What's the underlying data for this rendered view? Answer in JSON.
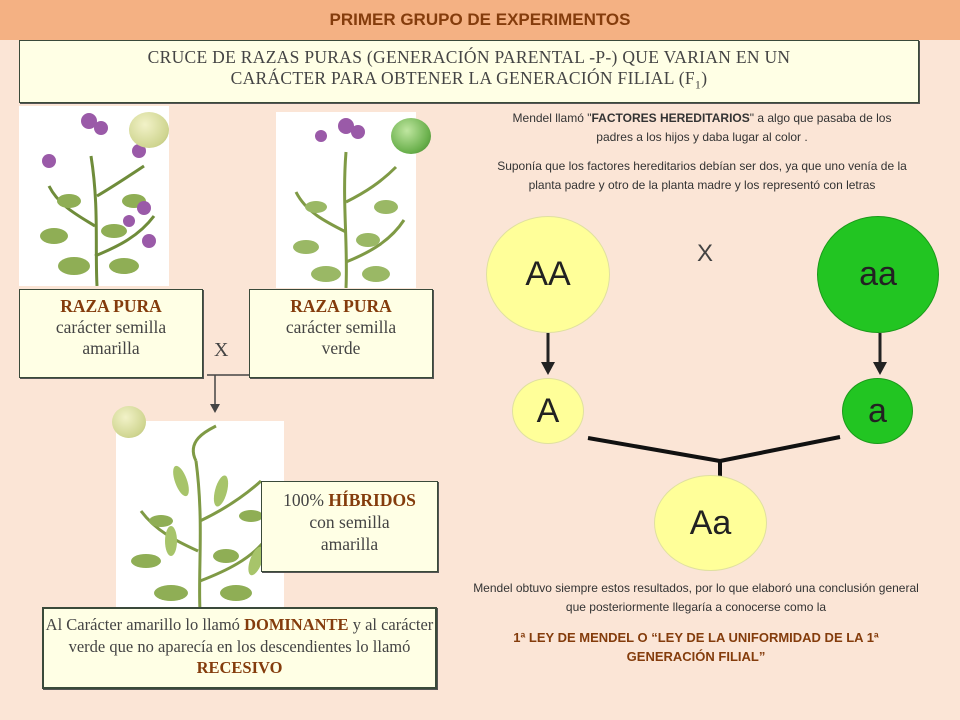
{
  "header": {
    "title": "PRIMER GRUPO DE EXPERIMENTOS"
  },
  "cross_box": {
    "line1": "CRUCE DE RAZAS PURAS (GENERACIÓN PARENTAL  -P-)  QUE VARIAN EN UN",
    "line2_text": "CARÁCTER PARA OBTENER LA GENERACIÓN FILIAL  (F",
    "line2_sub": "1",
    "line2_end": ")"
  },
  "raza_yellow": {
    "title": "RAZA PURA",
    "line1": "carácter  semilla",
    "line2": "amarilla"
  },
  "raza_green": {
    "title": "RAZA PURA",
    "line1": "carácter  semilla",
    "line2": "verde"
  },
  "cross_symbol_left": "X",
  "hybrids": {
    "prefix": "100% ",
    "bold": "HÍBRIDOS",
    "line2": "con semilla",
    "line3": "amarilla"
  },
  "dominant_note": {
    "t1": "Al Carácter amarillo  lo llamó  ",
    "b1": "DOMINANTE",
    "t2": " y al  carácter verde que no aparecía en los descendientes lo llamó ",
    "b2": "RECESIVO"
  },
  "mendel_text1": {
    "t1": "Mendel llamó \"",
    "b1": "FACTORES HEREDITARIOS",
    "t2": "\"  a algo que pasaba de los padres a los hijos y daba lugar al color ."
  },
  "mendel_text2": "Suponía que los factores hereditarios debían ser dos, ya que uno venía de la planta padre y otro de la planta madre  y  los representó con letras",
  "genetics": {
    "parent_dominant": "AA",
    "parent_recessive": "aa",
    "cross_symbol": "X",
    "gamete_dominant": "A",
    "gamete_recessive": "a",
    "offspring": "Aa",
    "colors": {
      "yellow": "#ffff99",
      "green": "#22c522"
    }
  },
  "conclusion_text": "Mendel obtuvo siempre estos resultados, por lo que elaboró una conclusión general  que  posteriormente llegaría a conocerse como  la",
  "law_title": "1ª LEY DE MENDEL O “LEY DE LA UNIFORMIDAD DE LA 1ª GENERACIÓN FILIAL”",
  "colors": {
    "header_bg": "#f4b183",
    "page_bg": "#fbe5d6",
    "accent_text": "#843c0c",
    "box_bg": "#ffffe5"
  }
}
